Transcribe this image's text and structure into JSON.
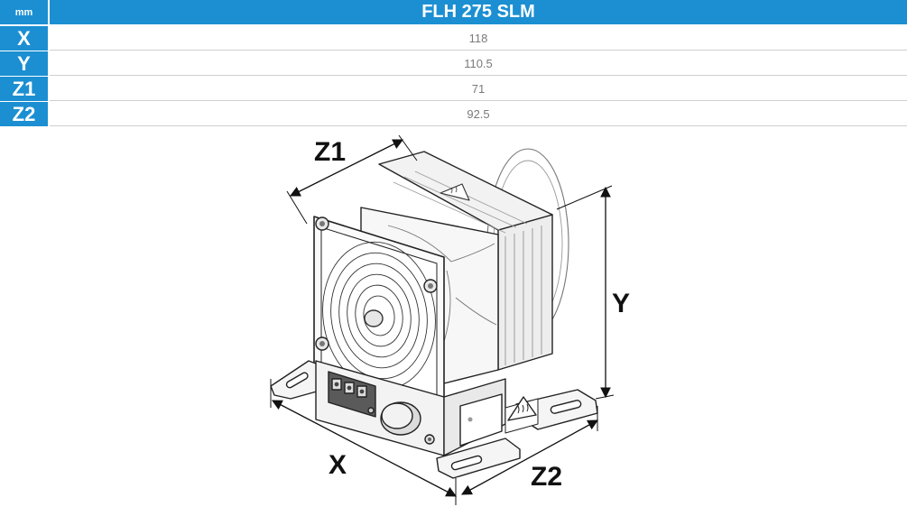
{
  "table": {
    "unit_label": "mm",
    "model": "FLH 275 SLM",
    "rows": [
      {
        "label": "X",
        "value": "118"
      },
      {
        "label": "Y",
        "value": "110.5"
      },
      {
        "label": "Z1",
        "value": "71"
      },
      {
        "label": "Z2",
        "value": "92.5"
      }
    ]
  },
  "drawing": {
    "dim_labels": {
      "x": "X",
      "y": "Y",
      "z1": "Z1",
      "z2": "Z2"
    }
  },
  "colors": {
    "header_blue": "#1b8fd2",
    "value_text": "#7a7a7a",
    "line": "#222222"
  }
}
